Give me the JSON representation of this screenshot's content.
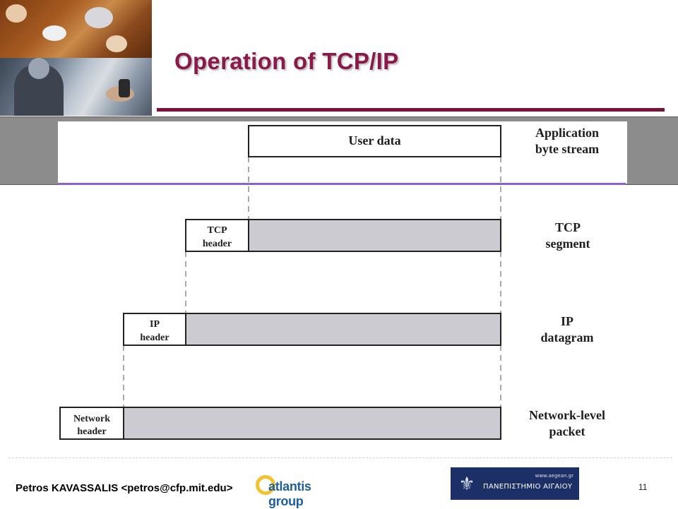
{
  "slide": {
    "title": "Operation of TCP/IP",
    "author": "Petros KAVASSALIS <petros@cfp.mit.edu>",
    "page_number": "11"
  },
  "logos": {
    "atlantis": "atlantis group",
    "aegean_url": "www.aegean.gr",
    "aegean_name": "ΠΑΝΕΠΙΣΤΗΜΙΟ ΑΙΓΑΙΟΥ"
  },
  "diagram": {
    "user_data_label": "User data",
    "headers": {
      "tcp": [
        "TCP",
        "header"
      ],
      "ip": [
        "IP",
        "header"
      ],
      "network": [
        "Network",
        "header"
      ]
    },
    "layers": [
      [
        "Application",
        "byte stream"
      ],
      [
        "TCP",
        "segment"
      ],
      [
        "IP",
        "datagram"
      ],
      [
        "Network-level",
        "packet"
      ]
    ]
  }
}
